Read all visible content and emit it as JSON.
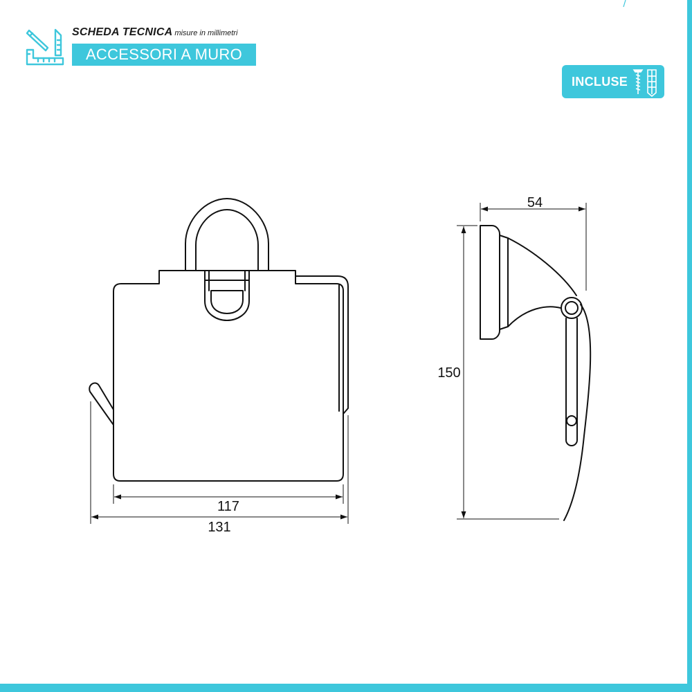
{
  "header": {
    "title": "SCHEDA TECNICA",
    "subtitle": "misure in millimetri",
    "category": "ACCESSORI A MURO"
  },
  "badge": {
    "label": "INCLUSE",
    "icons": [
      "screw-icon",
      "wall-plug-icon"
    ]
  },
  "dimensions": {
    "cover_width": "117",
    "total_width": "131",
    "depth": "54",
    "height": "150"
  },
  "colors": {
    "accent": "#3ec7dc",
    "line": "#111111"
  }
}
